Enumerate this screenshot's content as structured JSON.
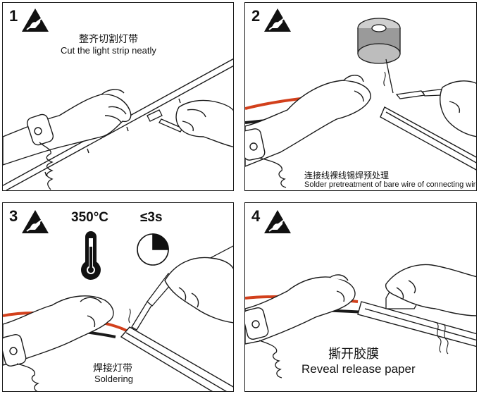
{
  "steps": [
    {
      "number": "1",
      "caption_zh": "整齐切割灯带",
      "caption_en": "Cut the light strip neatly"
    },
    {
      "number": "2",
      "caption_zh": "连接线裸线锡焊预处理",
      "caption_en": "Solder pretreatment of bare wire of connecting wire"
    },
    {
      "number": "3",
      "caption_zh": "焊接灯带",
      "caption_en": "Soldering",
      "temperature": "350°C",
      "time": "≤3s"
    },
    {
      "number": "4",
      "caption_zh": "撕开胶膜",
      "caption_en": "Reveal release paper"
    }
  ],
  "icons": {
    "esd": "esd-warning-icon",
    "thermometer": "thermometer-icon",
    "timer": "timer-icon",
    "ground": "ground-symbol-icon"
  },
  "colors": {
    "line": "#1a1a1a",
    "wire_red": "#d2401c",
    "strip": "#e8e8e8",
    "esd_fill": "#111111"
  }
}
